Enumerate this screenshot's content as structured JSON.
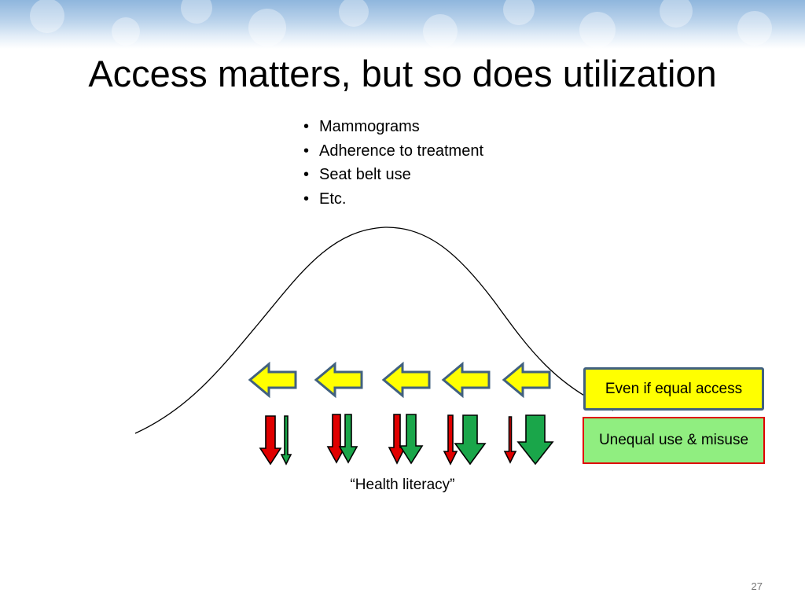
{
  "slide": {
    "title": "Access matters, but so does utilization",
    "bullets": [
      {
        "label": "Mammograms"
      },
      {
        "label": "Adherence to treatment"
      },
      {
        "label": "Seat belt use"
      },
      {
        "label": "Etc."
      }
    ],
    "boxes": {
      "equal_access": "Even if equal access",
      "unequal_use": "Unequal use & misuse"
    },
    "caption": "“Health literacy”",
    "page_number": "27"
  },
  "colors": {
    "yellow_arrow": "#ffff00",
    "arrow_outline": "#41617f",
    "red_arrow": "#e00000",
    "green_arrow": "#1aa64a",
    "green_box": "#90ee80",
    "yellow_box": "#ffff00"
  }
}
